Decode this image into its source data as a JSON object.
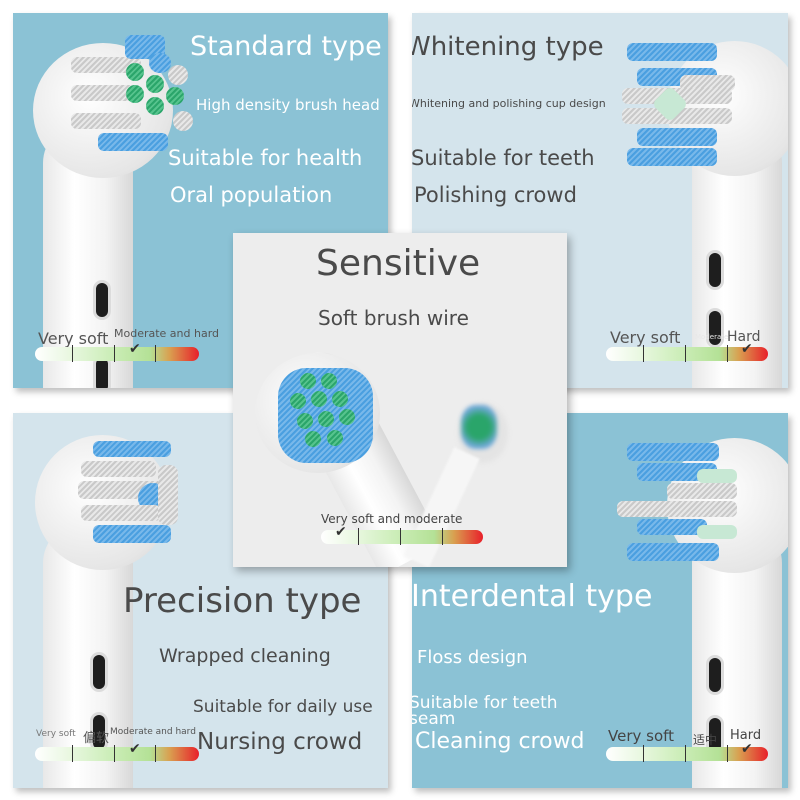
{
  "panels": {
    "standard": {
      "title": "Standard type",
      "subtitle": "High density brush head",
      "line1": "Suitable for health",
      "line2": "Oral population",
      "scale": {
        "label_left": "Very soft",
        "label_right": "Moderate and hard",
        "selected_level": 3,
        "levels": 4
      }
    },
    "whitening": {
      "title": "Whitening type",
      "subtitle": "Whitening and polishing cup design",
      "line1": "Suitable for teeth",
      "line2": "Polishing crowd",
      "scale": {
        "label_left": "Very soft",
        "label_mid": "Moderate",
        "label_right": "Hard",
        "selected_level": 4,
        "levels": 4
      }
    },
    "sensitive": {
      "title": "Sensitive",
      "subtitle": "Soft brush wire",
      "scale": {
        "label": "Very soft and moderate",
        "selected_level": 1,
        "levels": 4
      }
    },
    "precision": {
      "title": "Precision type",
      "subtitle": "Wrapped cleaning",
      "line1": "Suitable for daily use",
      "line2": "Nursing crowd",
      "scale": {
        "label_left": "Very soft",
        "label_cn": "偏软",
        "label_right": "Moderate and hard",
        "selected_level": 3,
        "levels": 4
      }
    },
    "interdental": {
      "title": "Interdental type",
      "subtitle": "Floss design",
      "line1": "Suitable for teeth seam",
      "line2": "Cleaning crowd",
      "scale": {
        "label_left": "Very soft",
        "label_cn": "适中",
        "label_right": "Hard",
        "selected_level": 4,
        "levels": 4
      }
    }
  },
  "icons": {
    "check": "✔"
  },
  "colors": {
    "panel_blue": "#8bc2d5",
    "panel_light": "#d4e4ec",
    "panel_gray": "#ededed",
    "bristle_blue": "#4a9fe0",
    "bristle_green": "#2aa56a",
    "scale_red": "#e8202a"
  }
}
